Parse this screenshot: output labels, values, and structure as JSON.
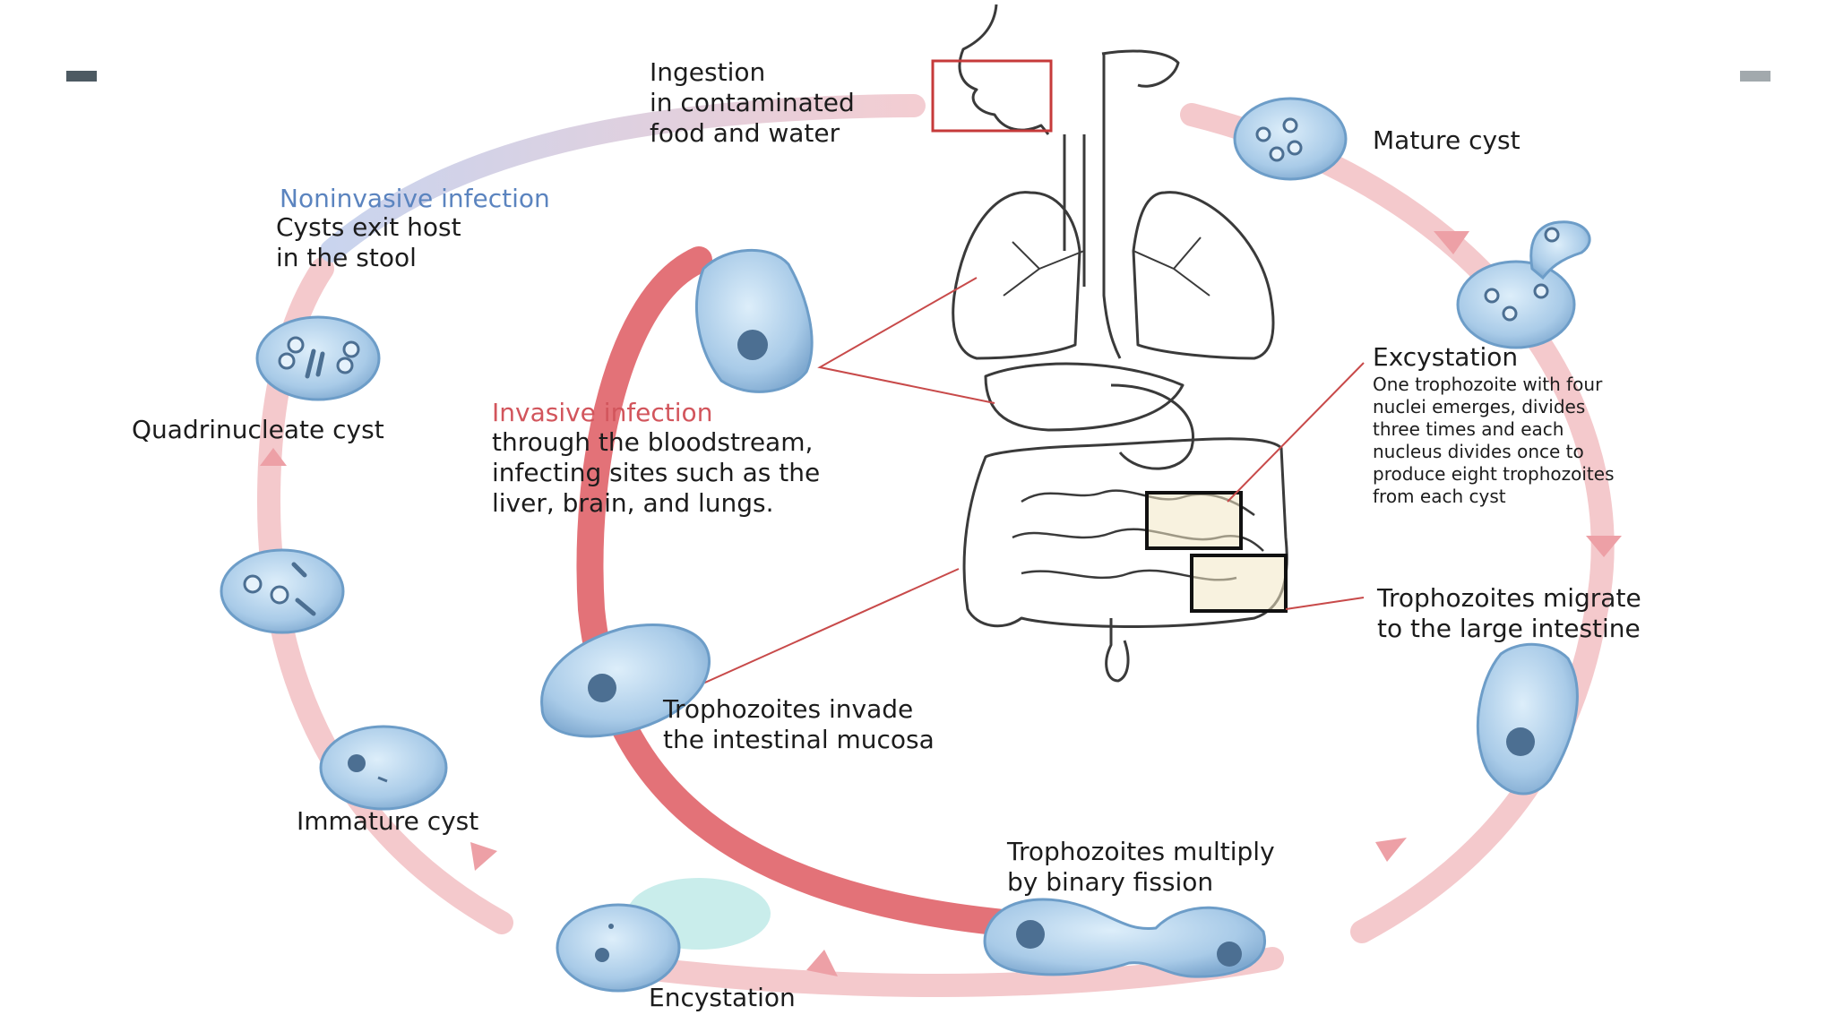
{
  "slide": {
    "marks": {
      "left_color": "#4d5a62",
      "right_color": "#a2a9ad"
    }
  },
  "colors": {
    "cycle_arrow": "#f4c9cc",
    "invasive_arrow": "#e06369",
    "noninvasive_arrow": "#c7d3ee",
    "cell_fill": "#b8d6ee",
    "cell_stroke": "#6d9dc8",
    "nucleus": "#4c6f92",
    "box_red": "#c63a3a",
    "box_black": "#111111",
    "leader_line": "#c84a4a"
  },
  "labels": {
    "ingestion": "Ingestion\nin contaminated\nfood and water",
    "mature_cyst": "Mature cyst",
    "noninvasive_title": "Noninvasive infection",
    "noninvasive_text": "Cysts exit host\nin the stool",
    "quadrinucleate_cyst": "Quadrinucleate cyst",
    "invasive_title": "Invasive infection",
    "invasive_text": "through the bloodstream,\ninfecting sites such as the\nliver, brain, and lungs.",
    "excystation_title": "Excystation",
    "excystation_text": "One trophozoite with four\nnuclei emerges, divides\nthree times and each\nnucleus divides once to\nproduce eight trophozoites\nfrom each cyst",
    "migrate": "Trophozoites  migrate\nto the large intestine",
    "invade": "Trophozoites invade\nthe intestinal mucosa",
    "immature_cyst": "Immature cyst",
    "multiply": "Trophozoites multiply\nby binary fission",
    "encystation": "Encystation"
  }
}
